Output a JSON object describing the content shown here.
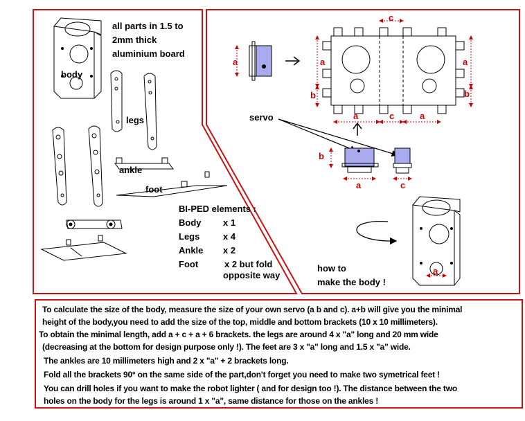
{
  "intro": {
    "line1": "all parts in 1.5 to",
    "line2": "2mm  thick",
    "line3": "aluminium board"
  },
  "parts": {
    "body": "body",
    "legs": "legs",
    "ankle": "ankle",
    "foot": "foot"
  },
  "elements": {
    "title": "BI-PED elements :",
    "rows": [
      {
        "name": "Body",
        "qty": "x 1"
      },
      {
        "name": "Legs",
        "qty": "x 4"
      },
      {
        "name": "Ankle",
        "qty": "x 2"
      },
      {
        "name": "Foot",
        "qty": "x 2 but fold"
      }
    ],
    "foot_note": "opposite way"
  },
  "servo_label": "servo",
  "how_to": {
    "line1": "how to",
    "line2": "make the body !"
  },
  "dims": {
    "a": "a",
    "b": "b",
    "c": "c"
  },
  "colors": {
    "border": "#cc1111",
    "servo": "#aaaaee",
    "dimension": "#cc0000"
  },
  "instructions": [
    "To calculate the size of the body, measure the size of your own servo (a b and c). a+b will give you the minimal",
    "height of the body,you need to add the size of the top, middle and bottom brackets (10 x 10 millimeters).",
    "To obtain the minimal length, add a + c + a + 6 brackets. the legs are around 4 x \"a\" long and 20 mm wide",
    "(decreasing at the bottom for design purpose only !). The feet are 3 x \"a\" long and 1.5 x \"a\" wide.",
    "The ankles are 10 millimeters high and  2 x \"a\" + 2 brackets long.",
    "Fold all the brackets 90° on the same side of the part,don't forget  you need to make two symetrical feet !",
    "You can drill holes if you want to make the robot lighter ( and for design too !). The  distance between the two",
    "holes on the body for the legs is around 1 x \"a\", same distance for those on the ankles !"
  ]
}
